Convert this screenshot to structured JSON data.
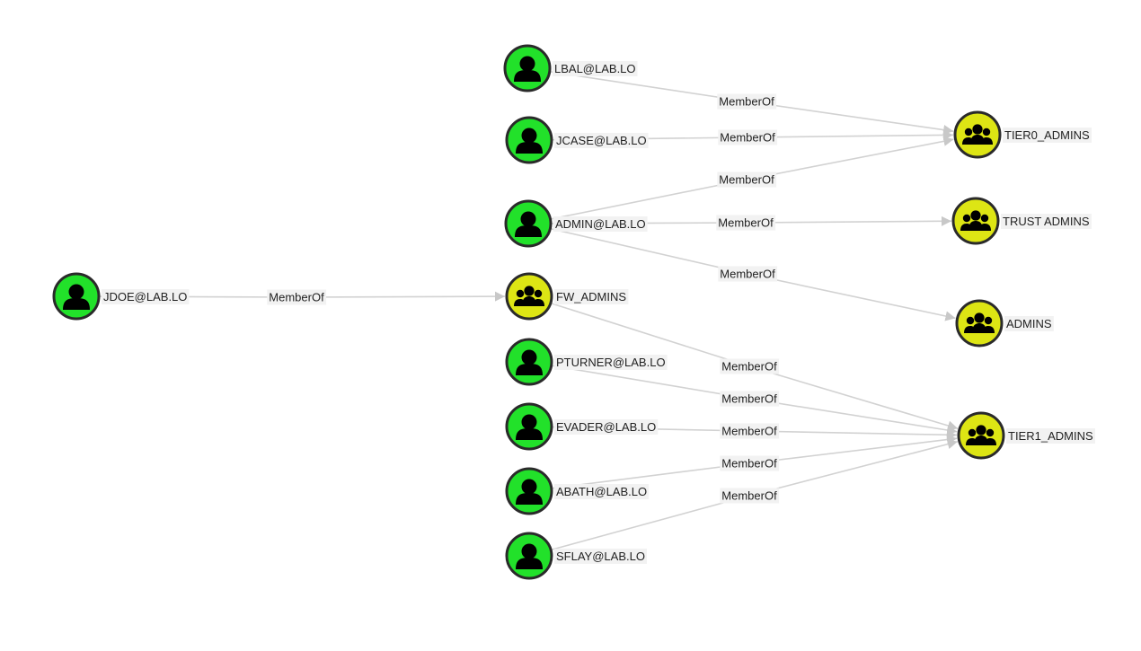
{
  "colors": {
    "user": "#22e12a",
    "group": "#dde514",
    "edge": "#d2d2d2",
    "outline": "#2a2a2a",
    "label_bg": "#f2f2f2"
  },
  "nodes": [
    {
      "id": "jdoe",
      "label": "JDOE@LAB.LO",
      "kind": "user",
      "icon": "user-icon"
    },
    {
      "id": "lbal",
      "label": "LBAL@LAB.LO",
      "kind": "user",
      "icon": "user-icon"
    },
    {
      "id": "jcase",
      "label": "JCASE@LAB.LO",
      "kind": "user",
      "icon": "user-icon"
    },
    {
      "id": "admin",
      "label": "ADMIN@LAB.LO",
      "kind": "user",
      "icon": "user-icon"
    },
    {
      "id": "fw_admins",
      "label": "FW_ADMINS",
      "kind": "group",
      "icon": "group-icon"
    },
    {
      "id": "pturner",
      "label": "PTURNER@LAB.LO",
      "kind": "user",
      "icon": "user-icon"
    },
    {
      "id": "evader",
      "label": "EVADER@LAB.LO",
      "kind": "user",
      "icon": "user-icon"
    },
    {
      "id": "abath",
      "label": "ABATH@LAB.LO",
      "kind": "user",
      "icon": "user-icon"
    },
    {
      "id": "sflay",
      "label": "SFLAY@LAB.LO",
      "kind": "user",
      "icon": "user-icon"
    },
    {
      "id": "tier0",
      "label": "TIER0_ADMINS",
      "kind": "group",
      "icon": "group-icon"
    },
    {
      "id": "trust",
      "label": "TRUST ADMINS",
      "kind": "group",
      "icon": "group-icon"
    },
    {
      "id": "admins",
      "label": "ADMINS",
      "kind": "group",
      "icon": "group-icon"
    },
    {
      "id": "tier1",
      "label": "TIER1_ADMINS",
      "kind": "group",
      "icon": "group-icon"
    }
  ],
  "edges": [
    {
      "from": "jdoe",
      "to": "fw_admins",
      "label": "MemberOf"
    },
    {
      "from": "lbal",
      "to": "tier0",
      "label": "MemberOf"
    },
    {
      "from": "jcase",
      "to": "tier0",
      "label": "MemberOf"
    },
    {
      "from": "admin",
      "to": "tier0",
      "label": "MemberOf"
    },
    {
      "from": "admin",
      "to": "trust",
      "label": "MemberOf"
    },
    {
      "from": "admin",
      "to": "admins",
      "label": "MemberOf"
    },
    {
      "from": "fw_admins",
      "to": "tier1",
      "label": "MemberOf"
    },
    {
      "from": "pturner",
      "to": "tier1",
      "label": "MemberOf"
    },
    {
      "from": "evader",
      "to": "tier1",
      "label": "MemberOf"
    },
    {
      "from": "abath",
      "to": "tier1",
      "label": "MemberOf"
    },
    {
      "from": "sflay",
      "to": "tier1",
      "label": "MemberOf"
    }
  ]
}
